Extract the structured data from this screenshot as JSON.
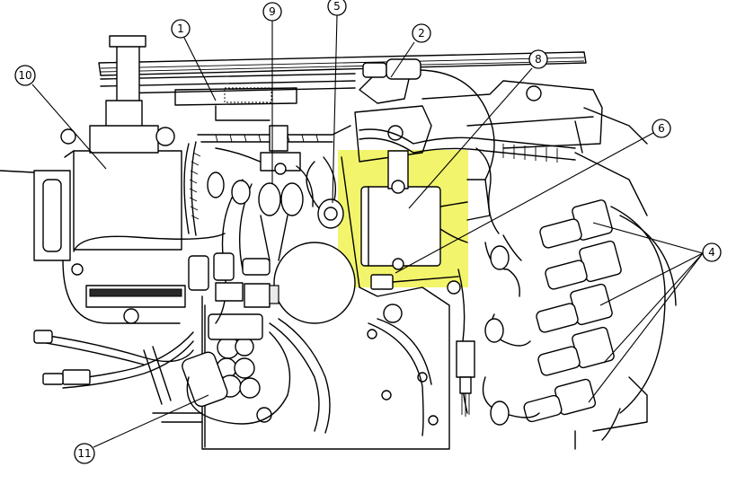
{
  "highlight": {
    "color": "#f2f56b"
  },
  "callouts": [
    {
      "id": "1",
      "label": "1"
    },
    {
      "id": "2",
      "label": "2"
    },
    {
      "id": "4",
      "label": "4"
    },
    {
      "id": "5",
      "label": "5"
    },
    {
      "id": "6",
      "label": "6"
    },
    {
      "id": "8",
      "label": "8"
    },
    {
      "id": "9",
      "label": "9"
    },
    {
      "id": "10",
      "label": "10"
    },
    {
      "id": "11",
      "label": "11"
    }
  ]
}
